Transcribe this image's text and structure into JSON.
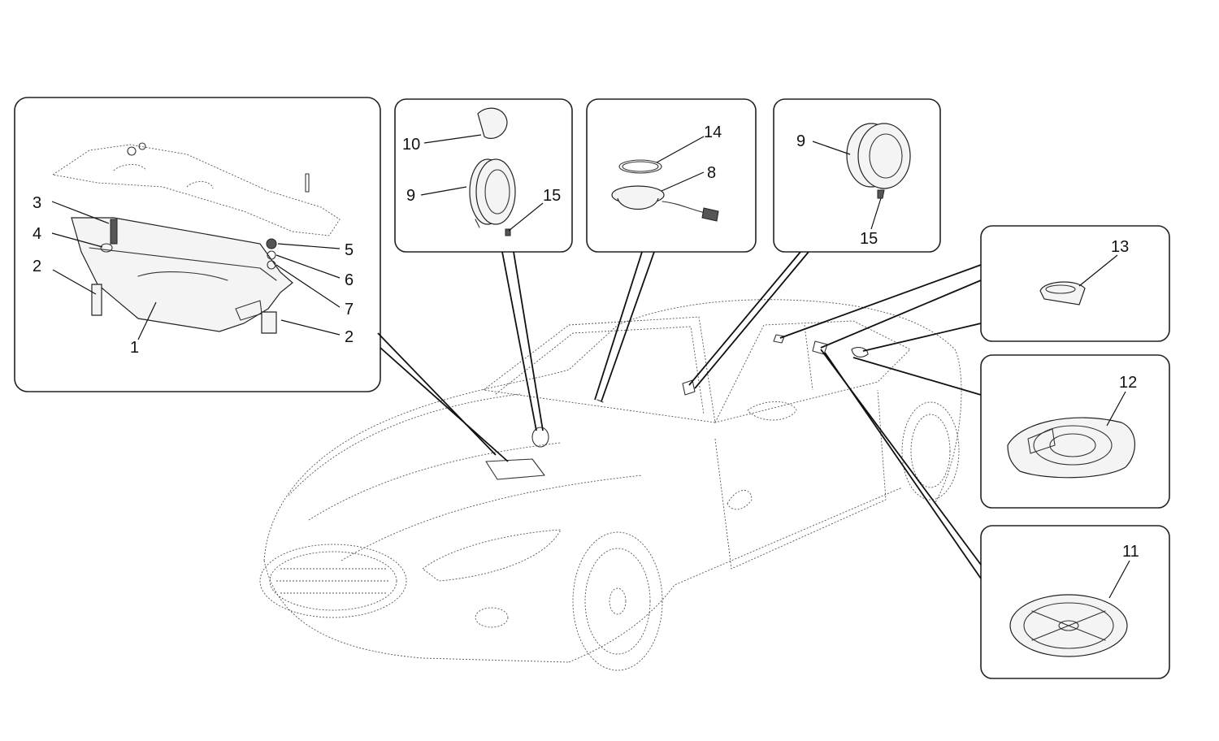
{
  "colors": {
    "ink": "#111111",
    "line": "#333333",
    "background": "#ffffff"
  },
  "callouts": {
    "n1": "1",
    "n2a": "2",
    "n2b": "2",
    "n3": "3",
    "n4": "4",
    "n5": "5",
    "n6": "6",
    "n7": "7",
    "n8": "8",
    "n9a": "9",
    "n9b": "9",
    "n10": "10",
    "n11": "11",
    "n12": "12",
    "n13": "13",
    "n14": "14",
    "n15a": "15",
    "n15b": "15"
  }
}
